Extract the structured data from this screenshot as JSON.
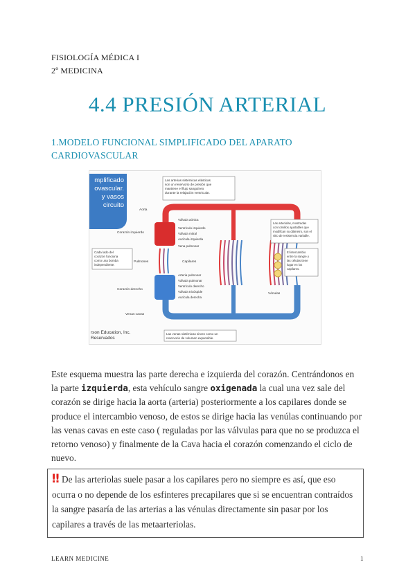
{
  "header": {
    "line1": "FISIOLOGÍA MÉDICA I",
    "line2": "2º MEDICINA"
  },
  "title": "4.4 PRESIÓN ARTERIAL",
  "section_heading": "1.MODELO FUNCIONAL SIMPLIFICADO DEL APARATO CARDIOVASCULAR",
  "figure": {
    "tab_text": [
      "mplificado",
      "ovascular.",
      "y  vasos",
      "circuito"
    ],
    "labels": {
      "top_box": [
        "Las arterias sistémicas elásticas",
        "son un reservorio de presión que",
        "mantiene el flujo sanguíneo",
        "durante la relajación ventricular."
      ],
      "aorta": "Aorta",
      "valvula_aortica": "Válvula aórtica",
      "ventriculo_izquierdo": "Ventrículo izquierdo",
      "valvula_mitral": "Válvula mitral",
      "auricula_izquierda": "Aurícula izquierda",
      "vena_pulmonar": "Vena pulmonar",
      "corazon_izquierdo": "Corazón izquierdo",
      "cada_lado": [
        "Cada lado del",
        "corazón funciona",
        "como una bomba",
        "independiente."
      ],
      "pulmones": "Pulmones",
      "capilares": "Capilares",
      "arteria_pulmonar": "Arteria pulmonar",
      "valvula_pulmonar": "Válvula pulmonar",
      "ventriculo_derecho": "Ventrículo derecho",
      "valvula_tricuspide": "Válvula tricúspide",
      "auricula_derecha": "Aurícula derecha",
      "corazon_derecho": "Corazón derecho",
      "venas_cavas": "Venas cavas",
      "venulas": "Vénulas",
      "right_box": [
        "Las arteriolas, mostradas",
        "con tornillos ajustables que",
        "modifican su diámetro, son el",
        "sitio de resistencia variable."
      ],
      "intercambio": [
        "El intercambio",
        "entre la sangre y",
        "las células tiene",
        "lugar en los",
        "capilares."
      ],
      "bottom_box": [
        "Las venas sistémicas sirven como un",
        "reservorio de volumen expansible."
      ]
    },
    "credit": [
      "rson Education, Inc.",
      "Reservados"
    ]
  },
  "paragraph": {
    "p1": "Este esquema muestra las parte derecha e izquierda del corazón. Centrándonos en la parte ",
    "b1": "izquierda",
    "p2": ", esta vehículo sangre ",
    "b2": "oxigenada",
    "p3": " la cual una vez sale del corazón se dirige hacia la aorta (arteria) posteriormente a los capilares donde se produce el intercambio venoso, de estos se dirige hacia las venúlas continuando por las venas cavas en este caso  ( reguladas por las válvulas para que no se produzca el retorno venoso) y finalmente de la Cava hacia el corazón comenzando el ciclo de nuevo."
  },
  "note": {
    "icon": "‼",
    "text": " De las arteriolas suele pasar a los capilares pero no siempre es así, que eso ocurra o no depende de los esfinteres precapilares que si se encuentran contraídos la sangre pasaría de las arterias a las vénulas directamente sin pasar por los capilares a través de las metaarteriolas."
  },
  "footer": {
    "left": "LEARN MEDICINE",
    "page": "1"
  },
  "colors": {
    "accent": "#1a8fb0",
    "artery": "#e03a3a",
    "vein": "#4a86c8",
    "warning": "#e3201b"
  }
}
